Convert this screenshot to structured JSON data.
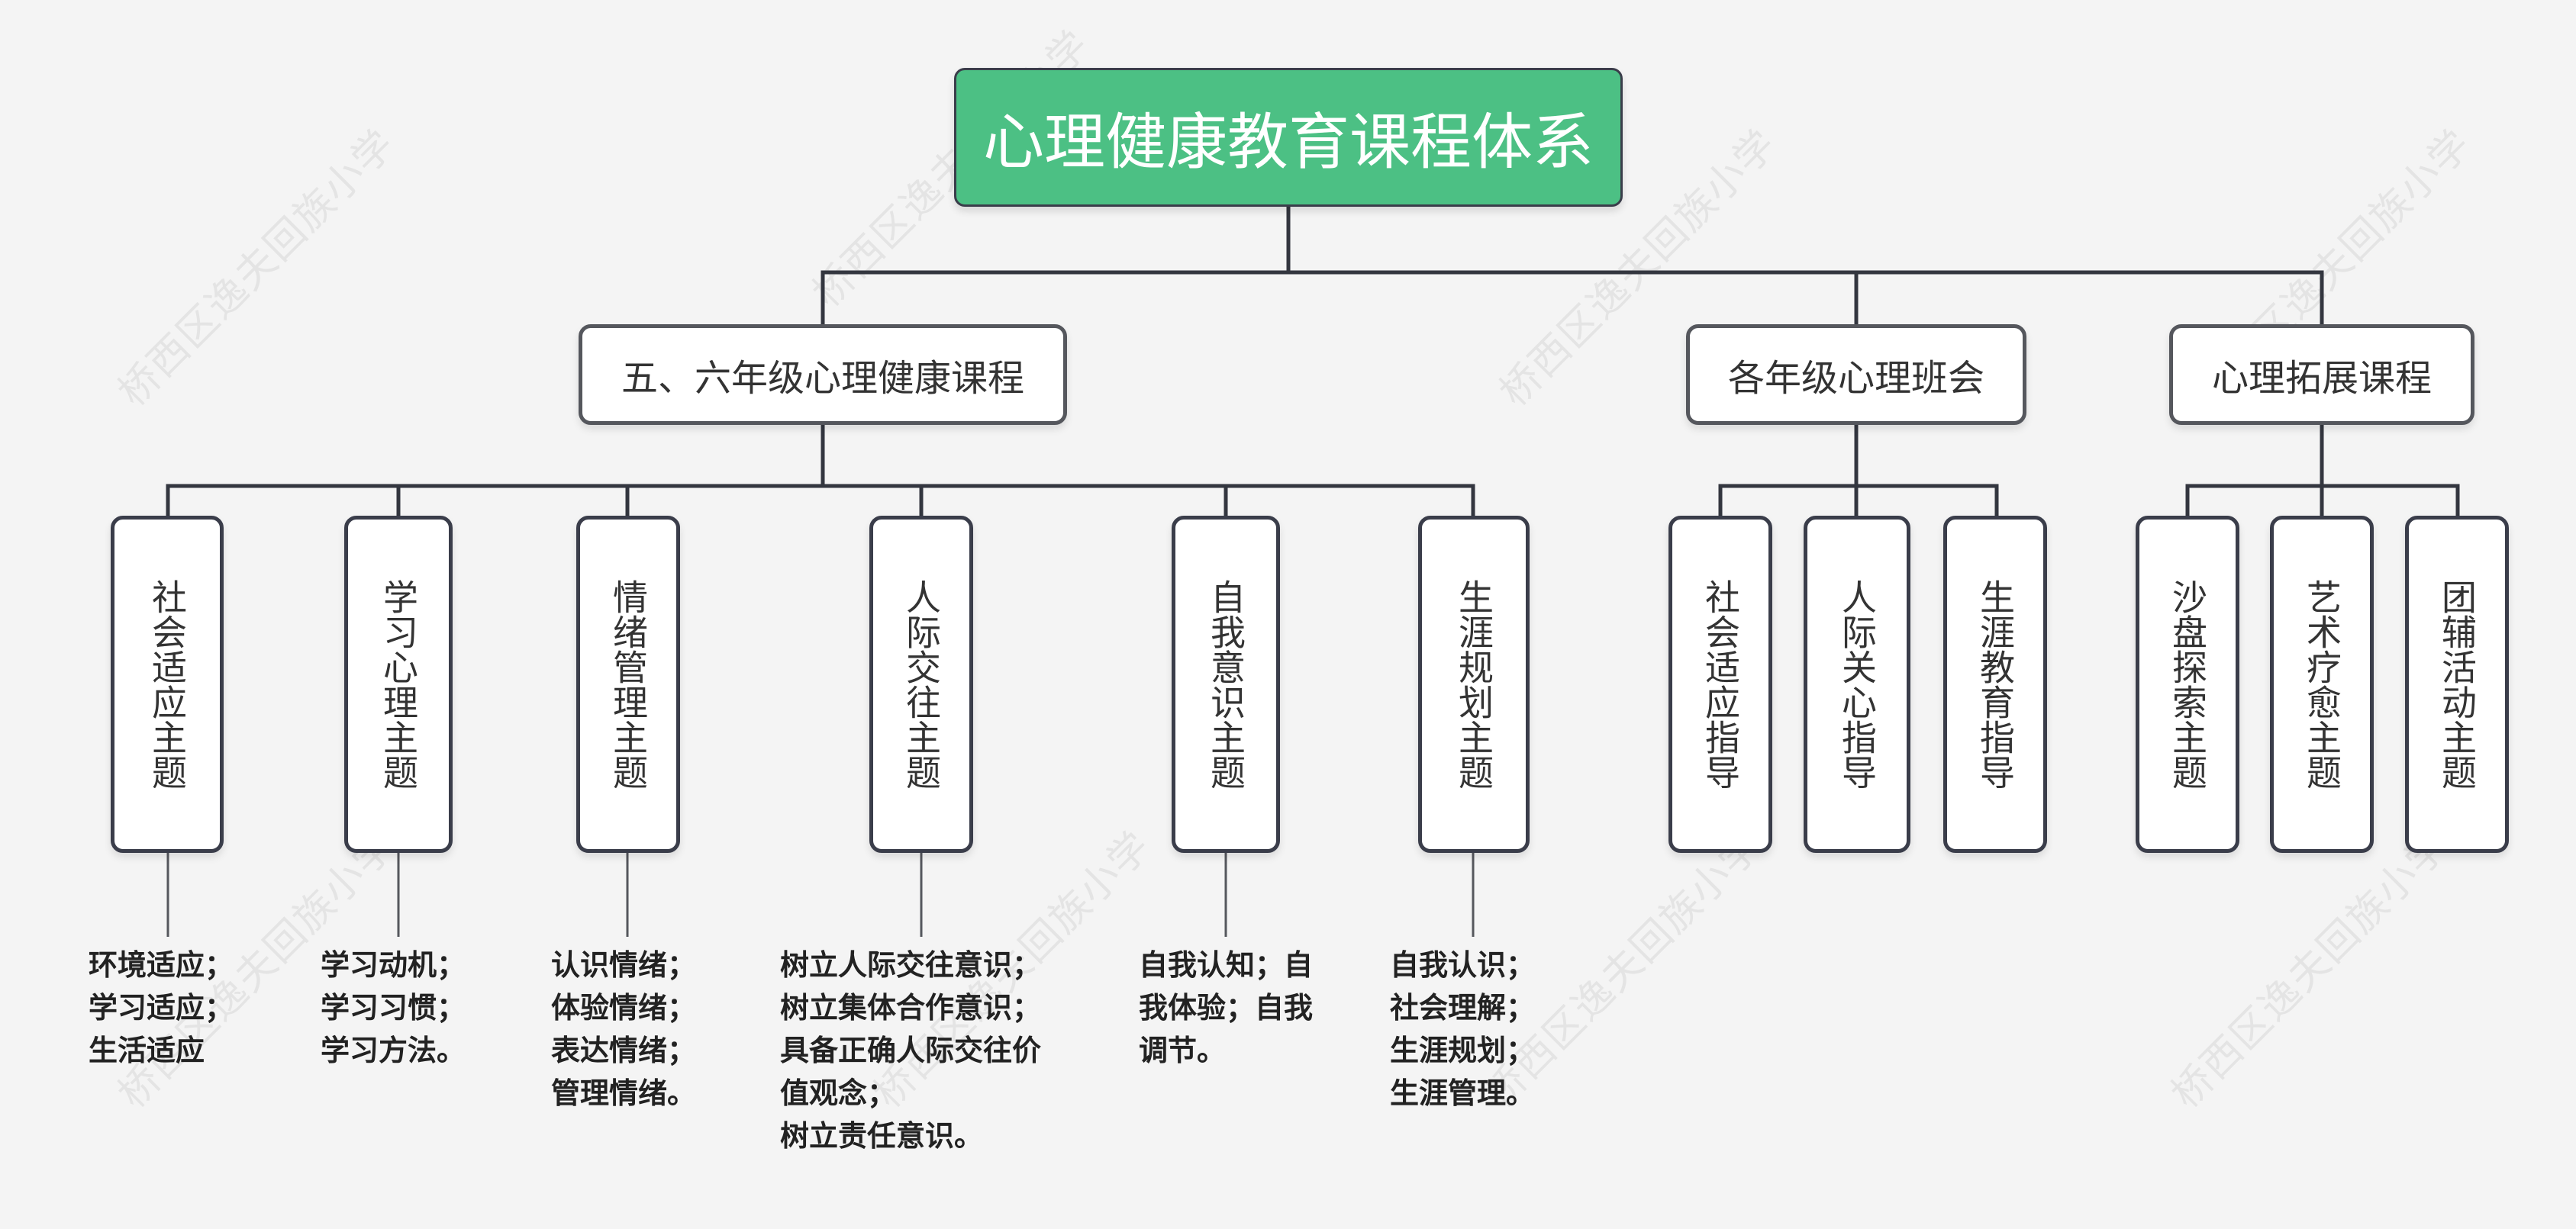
{
  "watermark": "桥西区逸夫回族小学",
  "root": "心理健康教育课程体系",
  "categories": [
    {
      "title": "五、六年级心理健康课程",
      "topics": [
        {
          "label": "社会适应主题",
          "detail": "环境适应；\n学习适应；\n生活适应"
        },
        {
          "label": "学习心理主题",
          "detail": "学习动机；\n学习习惯；\n学习方法。"
        },
        {
          "label": "情绪管理主题",
          "detail": "认识情绪；\n体验情绪；\n表达情绪；\n管理情绪。"
        },
        {
          "label": "人际交往主题",
          "detail": "树立人际交往意识；\n树立集体合作意识；\n具备正确人际交往价\n值观念；\n树立责任意识。"
        },
        {
          "label": "自我意识主题",
          "detail": "自我认知；自\n我体验；自我\n调节。"
        },
        {
          "label": "生涯规划主题",
          "detail": "自我认识；\n社会理解；\n生涯规划；\n生涯管理。"
        }
      ]
    },
    {
      "title": "各年级心理班会",
      "topics": [
        {
          "label": "社会适应指导"
        },
        {
          "label": "人际关心指导"
        },
        {
          "label": "生涯教育指导"
        }
      ]
    },
    {
      "title": "心理拓展课程",
      "topics": [
        {
          "label": "沙盘探索主题"
        },
        {
          "label": "艺术疗愈主题"
        },
        {
          "label": "团辅活动主题"
        }
      ]
    }
  ]
}
